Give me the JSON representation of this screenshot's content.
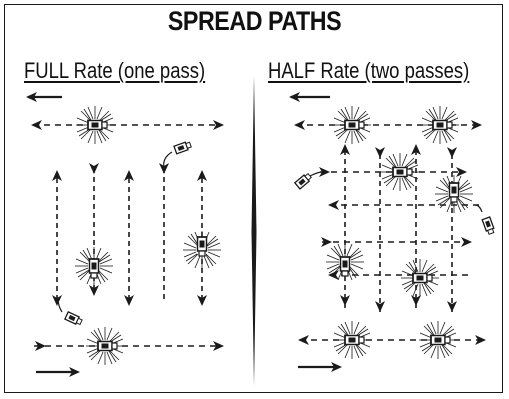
{
  "title": "SPREAD PATHS",
  "panels": {
    "full": {
      "label": "FULL Rate (one pass)"
    },
    "half": {
      "label": "HALF Rate (two passes)"
    }
  },
  "colors": {
    "ink": "#1a1a1a",
    "background": "#ffffff"
  },
  "icons": [
    "spreader-icon",
    "direction-arrow-icon",
    "spray-burst-icon",
    "turn-arrow-icon"
  ]
}
